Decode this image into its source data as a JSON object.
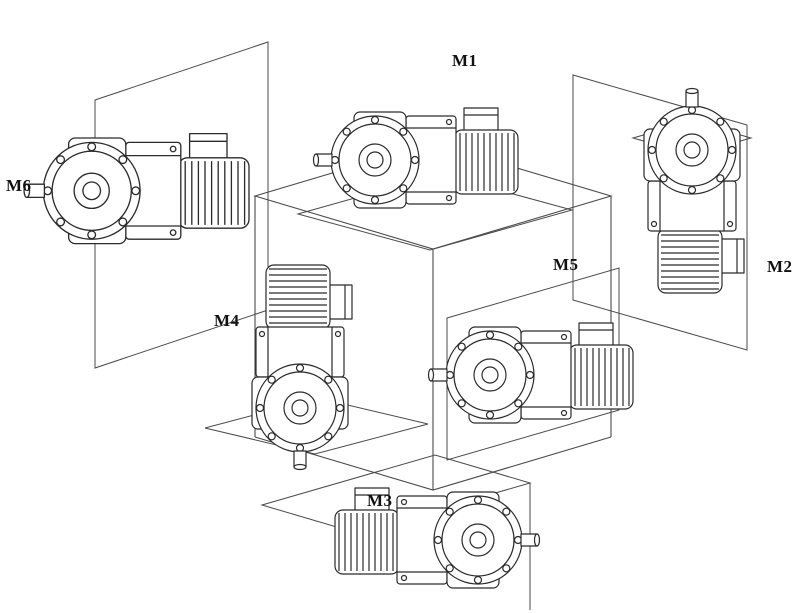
{
  "diagram": {
    "background_color": "#ffffff",
    "line_color": "#2b2b2b",
    "positions": [
      {
        "label": "M1"
      },
      {
        "label": "M2"
      },
      {
        "label": "M3"
      },
      {
        "label": "M4"
      },
      {
        "label": "M5"
      },
      {
        "label": "M6"
      }
    ]
  }
}
